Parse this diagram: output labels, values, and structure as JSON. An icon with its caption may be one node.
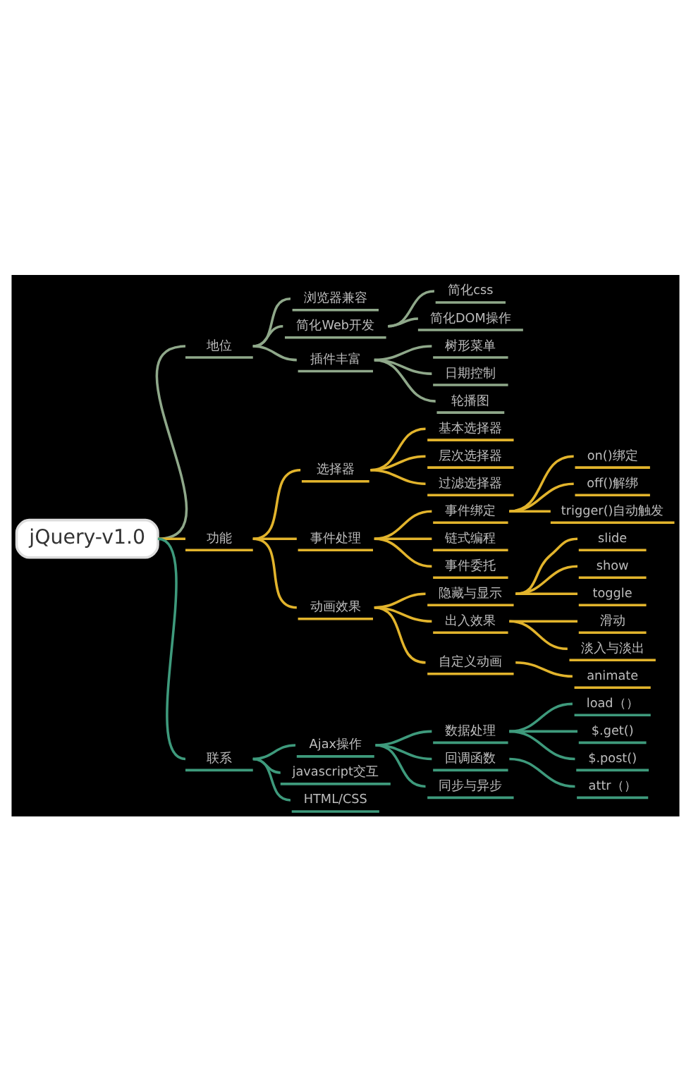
{
  "diagram": {
    "nodes": [
      {
        "text": [
          "jQuery-v1.0"
        ]
      },
      {
        "text": [
          "地位"
        ]
      },
      {
        "text": [
          "浏览器兼容"
        ]
      },
      {
        "text": [
          "简化Web开发"
        ]
      },
      {
        "text": [
          "简化css"
        ]
      },
      {
        "text": [
          "简化DOM操作"
        ]
      },
      {
        "text": [
          "插件丰富"
        ]
      },
      {
        "text": [
          "树形菜单"
        ]
      },
      {
        "text": [
          "日期控制"
        ]
      },
      {
        "text": [
          "轮播图"
        ]
      },
      {
        "text": [
          "功能"
        ]
      },
      {
        "text": [
          "选择器"
        ]
      },
      {
        "text": [
          "基本选择器"
        ]
      },
      {
        "text": [
          "层次选择器"
        ]
      },
      {
        "text": [
          "过滤选择器"
        ]
      },
      {
        "text": [
          "事件处理"
        ]
      },
      {
        "text": [
          "事件绑定"
        ]
      },
      {
        "text": [
          "on()绑定"
        ]
      },
      {
        "text": [
          "off()解绑"
        ]
      },
      {
        "text": [
          "trigger()自动触发"
        ]
      },
      {
        "text": [
          "链式编程"
        ]
      },
      {
        "text": [
          "事件委托"
        ]
      },
      {
        "text": [
          "动画效果"
        ]
      },
      {
        "text": [
          "隐藏与显示"
        ]
      },
      {
        "text": [
          "slide"
        ]
      },
      {
        "text": [
          "show"
        ]
      },
      {
        "text": [
          "toggle"
        ]
      },
      {
        "text": [
          "出入效果"
        ]
      },
      {
        "text": [
          "滑动"
        ]
      },
      {
        "text": [
          "淡入与淡出"
        ]
      },
      {
        "text": [
          "自定义动画"
        ]
      },
      {
        "text": [
          "animate"
        ]
      },
      {
        "text": [
          "联系"
        ]
      },
      {
        "text": [
          "Ajax操作"
        ]
      },
      {
        "text": [
          "数据处理"
        ]
      },
      {
        "text": [
          "load（）"
        ]
      },
      {
        "text": [
          "$.get()"
        ]
      },
      {
        "text": [
          "$.post()"
        ]
      },
      {
        "text": [
          "回调函数"
        ]
      },
      {
        "text": [
          "attr（）"
        ]
      },
      {
        "text": [
          "同步与异步"
        ]
      },
      {
        "text": [
          "javascript交互"
        ]
      },
      {
        "text": [
          "HTML/CSS"
        ]
      }
    ],
    "edges": [
      {
        "from": 0,
        "to": 1,
        "arrow": "none",
        "color": "#8fa88a"
      },
      {
        "from": 1,
        "to": 2,
        "arrow": "none",
        "color": "#8fa88a"
      },
      {
        "from": 1,
        "to": 3,
        "arrow": "none",
        "color": "#8fa88a"
      },
      {
        "from": 3,
        "to": 4,
        "arrow": "none",
        "color": "#8fa88a"
      },
      {
        "from": 3,
        "to": 5,
        "arrow": "none",
        "color": "#8fa88a"
      },
      {
        "from": 1,
        "to": 6,
        "arrow": "none",
        "color": "#8fa88a"
      },
      {
        "from": 6,
        "to": 7,
        "arrow": "none",
        "color": "#8fa88a"
      },
      {
        "from": 6,
        "to": 8,
        "arrow": "none",
        "color": "#8fa88a"
      },
      {
        "from": 6,
        "to": 9,
        "arrow": "none",
        "color": "#8fa88a"
      },
      {
        "from": 0,
        "to": 10,
        "arrow": "none"
      },
      {
        "from": 10,
        "to": 11,
        "arrow": "none"
      },
      {
        "from": 11,
        "to": 12,
        "arrow": "none"
      },
      {
        "from": 11,
        "to": 13,
        "arrow": "none"
      },
      {
        "from": 11,
        "to": 14,
        "arrow": "none"
      },
      {
        "from": 10,
        "to": 15,
        "arrow": "none"
      },
      {
        "from": 15,
        "to": 16,
        "arrow": "none"
      },
      {
        "from": 16,
        "to": 17,
        "arrow": "none"
      },
      {
        "from": 16,
        "to": 18,
        "arrow": "none"
      },
      {
        "from": 16,
        "to": 19,
        "arrow": "none"
      },
      {
        "from": 15,
        "to": 20,
        "arrow": "none"
      },
      {
        "from": 15,
        "to": 21,
        "arrow": "none"
      },
      {
        "from": 10,
        "to": 22,
        "arrow": "none"
      },
      {
        "from": 22,
        "to": 23,
        "arrow": "none"
      },
      {
        "from": 23,
        "to": 24,
        "arrow": "none"
      },
      {
        "from": 23,
        "to": 25,
        "arrow": "none"
      },
      {
        "from": 23,
        "to": 26,
        "arrow": "none"
      },
      {
        "from": 22,
        "to": 27,
        "arrow": "none"
      },
      {
        "from": 27,
        "to": 28,
        "arrow": "none"
      },
      {
        "from": 27,
        "to": 29,
        "arrow": "none"
      },
      {
        "from": 22,
        "to": 30,
        "arrow": "none"
      },
      {
        "from": 30,
        "to": 31,
        "arrow": "none"
      },
      {
        "from": 0,
        "to": 32,
        "arrow": "none",
        "color": "#3e9a7c"
      },
      {
        "from": 32,
        "to": 33,
        "arrow": "none",
        "color": "#3e9a7c"
      },
      {
        "from": 33,
        "to": 34,
        "arrow": "none",
        "color": "#3e9a7c"
      },
      {
        "from": 34,
        "to": 35,
        "arrow": "none",
        "color": "#3e9a7c"
      },
      {
        "from": 34,
        "to": 36,
        "arrow": "none",
        "color": "#3e9a7c"
      },
      {
        "from": 34,
        "to": 37,
        "arrow": "none",
        "color": "#3e9a7c"
      },
      {
        "from": 33,
        "to": 38,
        "arrow": "none",
        "color": "#3e9a7c"
      },
      {
        "from": 38,
        "to": 39,
        "arrow": "none",
        "color": "#3e9a7c"
      },
      {
        "from": 33,
        "to": 40,
        "arrow": "none",
        "color": "#3e9a7c"
      },
      {
        "from": 32,
        "to": 41,
        "arrow": "none",
        "color": "#3e9a7c"
      },
      {
        "from": 32,
        "to": 42,
        "arrow": "none",
        "color": "#3e9a7c"
      }
    ]
  }
}
